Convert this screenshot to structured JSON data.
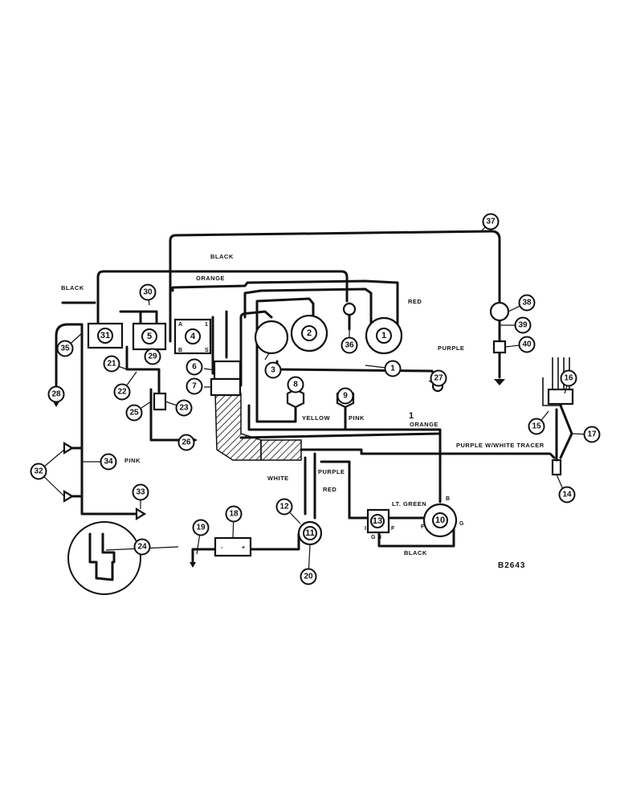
{
  "callouts": [
    "1",
    "2",
    "3",
    "4",
    "5",
    "6",
    "7",
    "8",
    "9",
    "10",
    "11",
    "12",
    "13",
    "14",
    "15",
    "16",
    "17",
    "18",
    "19",
    "20",
    "21",
    "22",
    "23",
    "24",
    "25",
    "26",
    "27",
    "28",
    "29",
    "30",
    "31",
    "32",
    "33",
    "34",
    "35",
    "36",
    "37",
    "38",
    "39",
    "40"
  ],
  "component_numbers": {
    "c31": "31",
    "c5": "5",
    "c4": "4",
    "c3": "3",
    "c2": "2",
    "c1": "1",
    "c36": "36",
    "c10": "10",
    "c11": "11",
    "c13": "13"
  },
  "wire_labels": {
    "black_top": "BLACK",
    "black_left": "BLACK",
    "orange_top": "ORANGE",
    "red": "RED",
    "purple_top": "PURPLE",
    "yellow": "YELLOW",
    "pink_mid": "PINK",
    "orange_mid": "ORANGE",
    "purple_tracer": "PURPLE W/WHITE TRACER",
    "white": "WHITE",
    "purple_low": "PURPLE",
    "red_low": "RED",
    "lt_green": "LT. GREEN",
    "black_low": "BLACK",
    "pink_left": "PINK"
  },
  "terminal_labels": {
    "a": "A",
    "one": "1",
    "b": "B",
    "s": "S",
    "gen_b": "B",
    "gen_f": "F",
    "gen_g": "G",
    "reg_i": "I",
    "reg_f": "F",
    "reg_g": "G",
    "reg_b": "B",
    "bat_neg": "-",
    "bat_pos": "+"
  },
  "drawing_code": "B2643",
  "mark_1": "1"
}
